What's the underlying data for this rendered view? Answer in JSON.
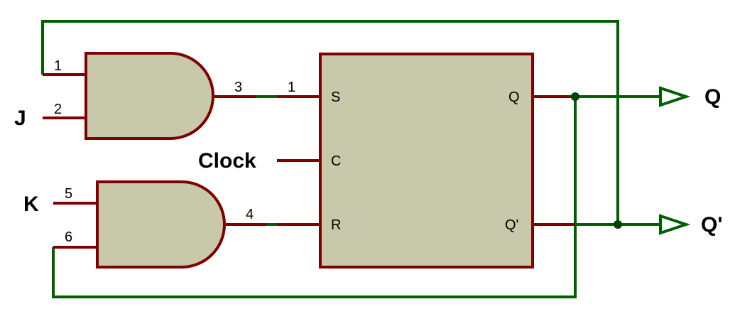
{
  "colors": {
    "body_fill": "#c8c8aa",
    "outline": "#800000",
    "wire": "#006000",
    "pin_wire": "#800000",
    "background": "#ffffff"
  },
  "inputs": {
    "j": "J",
    "k": "K",
    "clock": "Clock"
  },
  "outputs": {
    "q": "Q",
    "q_bar": "Q'"
  },
  "gate1": {
    "type": "AND",
    "pin_top": "1",
    "pin_bottom": "2",
    "pin_out": "3"
  },
  "gate2": {
    "type": "AND",
    "pin_top": "5",
    "pin_bottom": "6",
    "pin_out": "4"
  },
  "flipflop": {
    "type": "SR flip-flop",
    "in_s": "S",
    "in_c": "C",
    "in_r": "R",
    "out_q": "Q",
    "out_q_bar": "Q'",
    "net_s": "1"
  }
}
